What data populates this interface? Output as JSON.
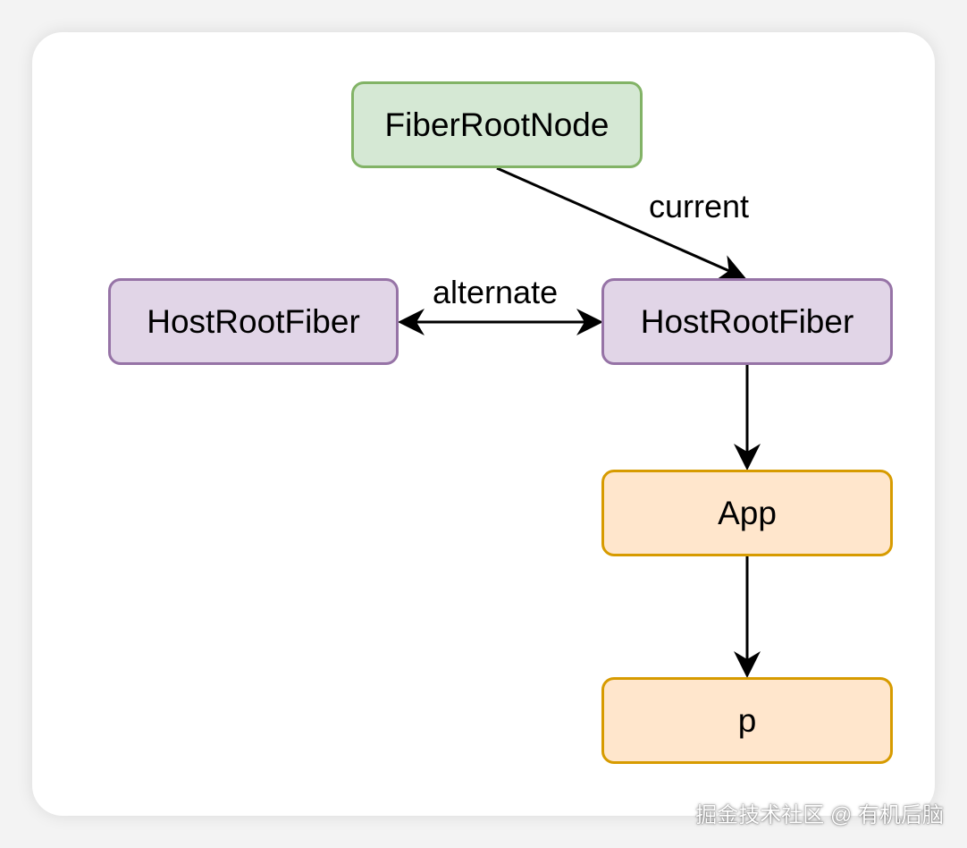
{
  "nodes": {
    "fiber_root_node": "FiberRootNode",
    "host_root_fiber_alternate": "HostRootFiber",
    "host_root_fiber_current": "HostRootFiber",
    "app": "App",
    "p": "p"
  },
  "edges": {
    "current_label": "current",
    "alternate_label": "alternate"
  },
  "colors": {
    "green_fill": "#d5e8d4",
    "green_stroke": "#82b366",
    "purple_fill": "#e1d5e7",
    "purple_stroke": "#9673a6",
    "orange_fill": "#ffe6cc",
    "orange_stroke": "#d79b00"
  },
  "watermark": "掘金技术社区 @ 有机后脑"
}
